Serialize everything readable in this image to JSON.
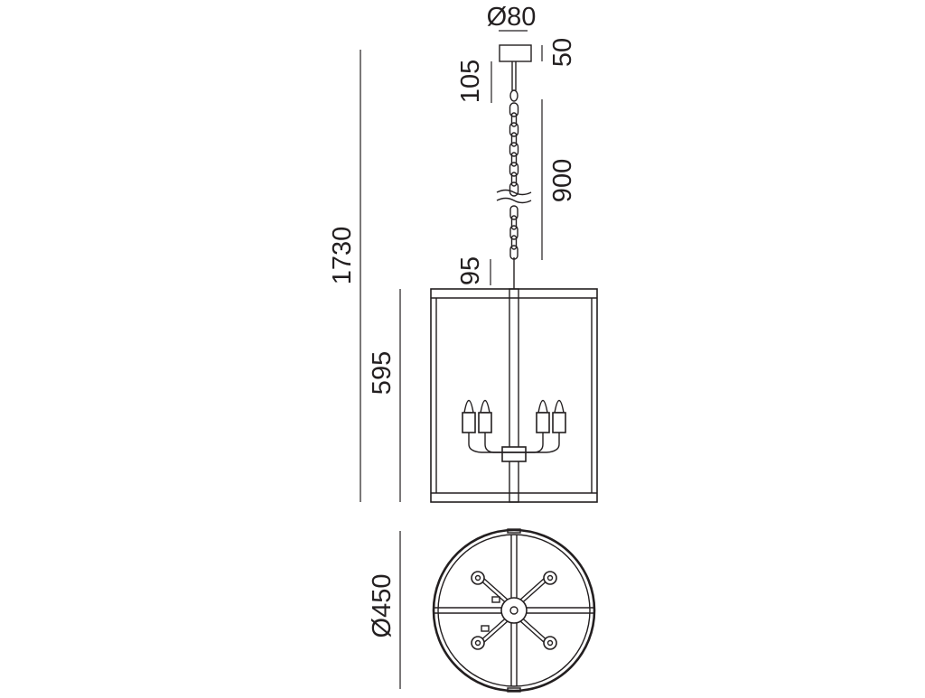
{
  "dimensions": {
    "canopy_diameter": "Ø80",
    "canopy_height": "50",
    "stem_length": "105",
    "chain_length": "900",
    "total_height": "1730",
    "top_gap": "95",
    "shade_height": "595",
    "shade_diameter": "Ø450"
  }
}
